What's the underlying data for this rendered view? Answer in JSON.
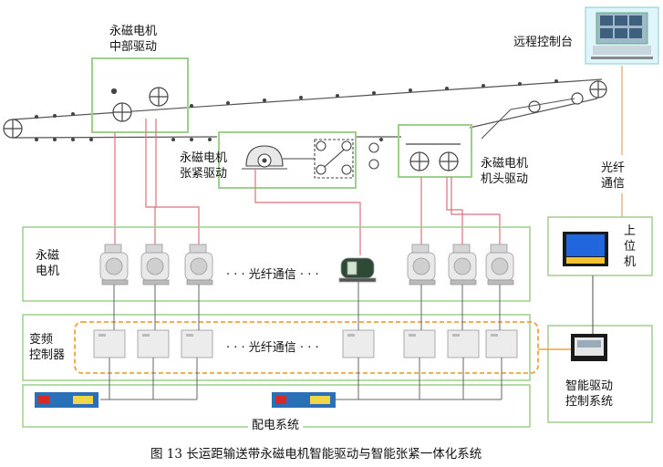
{
  "labels": {
    "middle_drive": [
      "永磁电机",
      "中部驱动"
    ],
    "tension_drive": [
      "永磁电机",
      "张紧驱动"
    ],
    "head_drive": [
      "永磁电机",
      "机头驱动"
    ],
    "remote_console": "远程控制台",
    "fiber_top": [
      "光纤",
      "通信"
    ],
    "upper_computer": [
      "上",
      "位",
      "机"
    ],
    "pm_motor_row": [
      "永磁",
      "电机"
    ],
    "vfd_row": [
      "变频",
      "控制器"
    ],
    "fiber_row1": "· · ·   光纤通信   · · ·",
    "fiber_row2": "· · ·   光纤通信   · · ·",
    "power_system": "配电系统",
    "smart_control": [
      "智能驱动",
      "控制系统"
    ]
  },
  "caption": "图 13    长运距输送带永磁电机智能驱动与智能张紧一体化系统",
  "colors": {
    "frame_green": "#9fcf8c",
    "dash_orange": "#f0a23c",
    "link_red": "#d8737c",
    "link_orange": "#e7b07c",
    "line_dark": "#555555"
  }
}
